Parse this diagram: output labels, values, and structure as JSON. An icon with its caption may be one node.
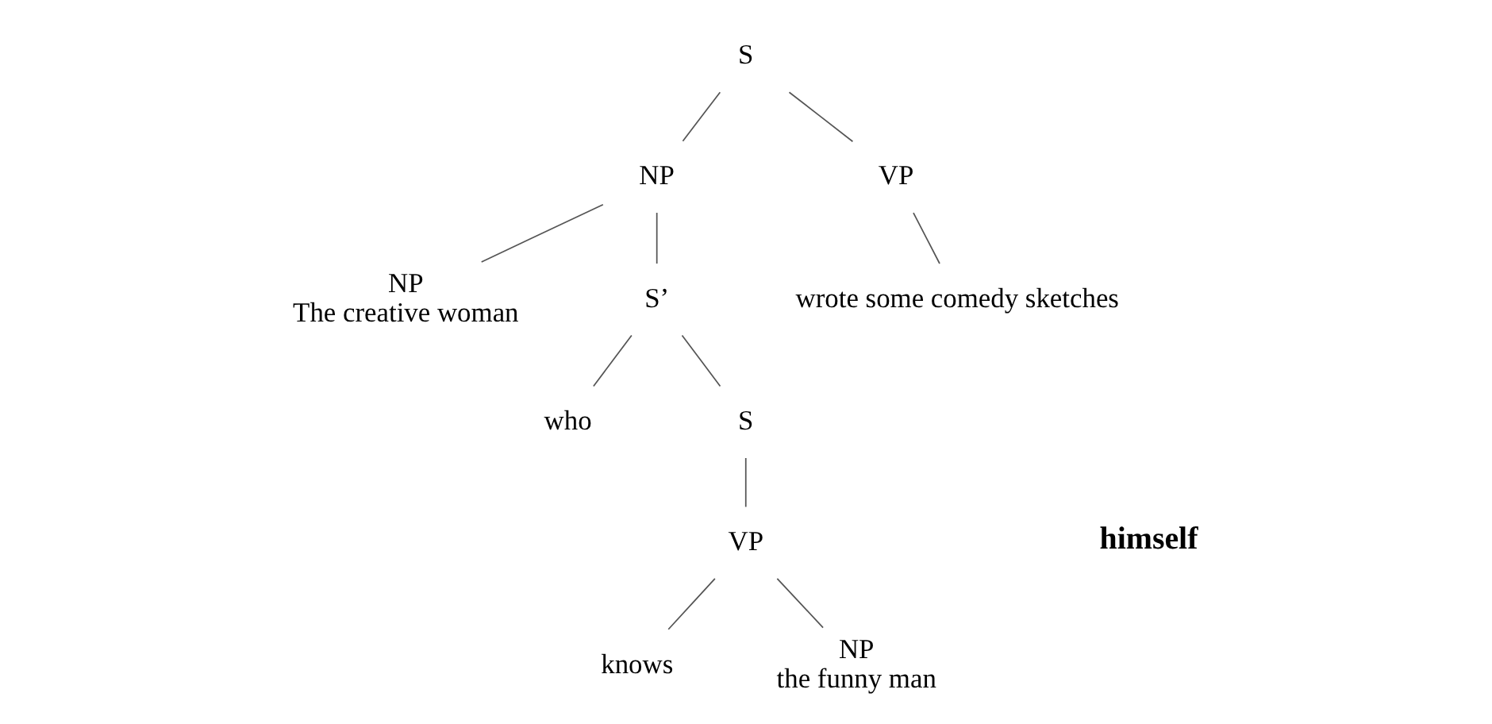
{
  "diagram": {
    "nodes": [
      {
        "text": [
          "S"
        ]
      },
      {
        "text": [
          "NP"
        ]
      },
      {
        "text": [
          "VP"
        ]
      },
      {
        "text": [
          "NP",
          "The creative woman"
        ]
      },
      {
        "text": [
          "S’"
        ]
      },
      {
        "text": [
          "wrote some comedy sketches"
        ]
      },
      {
        "text": [
          "who"
        ]
      },
      {
        "text": [
          "S"
        ]
      },
      {
        "text": [
          "VP"
        ]
      },
      {
        "text": [
          "knows"
        ]
      },
      {
        "text": [
          "NP",
          "the funny man"
        ]
      }
    ],
    "edges": [
      {
        "from": 0,
        "to": 1,
        "arrow": "none"
      },
      {
        "from": 0,
        "to": 2,
        "arrow": "none"
      },
      {
        "from": 1,
        "to": 3,
        "arrow": "none"
      },
      {
        "from": 1,
        "to": 4,
        "arrow": "none"
      },
      {
        "from": 2,
        "to": 5,
        "arrow": "none"
      },
      {
        "from": 4,
        "to": 6,
        "arrow": "none"
      },
      {
        "from": 4,
        "to": 7,
        "arrow": "none"
      },
      {
        "from": 7,
        "to": 8,
        "arrow": "none"
      },
      {
        "from": 8,
        "to": 9,
        "arrow": "none"
      },
      {
        "from": 8,
        "to": 10,
        "arrow": "none"
      }
    ],
    "labels": [
      "himself"
    ]
  }
}
